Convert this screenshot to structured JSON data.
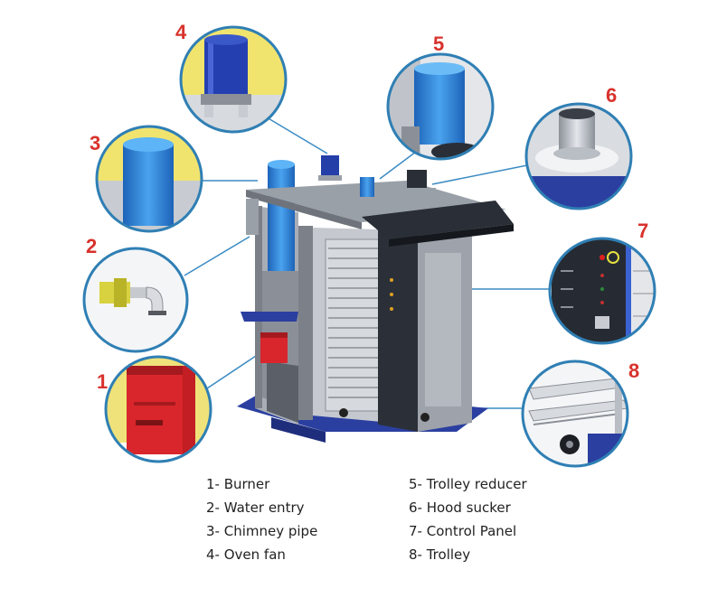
{
  "colors": {
    "callout_number": "#d8322c",
    "callout_ring": "#2f7fb4",
    "machine_frame": "#b9bdc4",
    "machine_panel": "#262b33",
    "machine_base": "#2b3fa0",
    "tank_blue": "#2f86d6",
    "burner_red": "#d9262c"
  },
  "callouts": [
    {
      "number": "1",
      "icon": "burner-box-icon"
    },
    {
      "number": "2",
      "icon": "water-valve-icon"
    },
    {
      "number": "3",
      "icon": "chimney-pipe-icon"
    },
    {
      "number": "4",
      "icon": "fan-motor-icon"
    },
    {
      "number": "5",
      "icon": "reducer-motor-icon"
    },
    {
      "number": "6",
      "icon": "hood-sucker-icon"
    },
    {
      "number": "7",
      "icon": "control-panel-icon"
    },
    {
      "number": "8",
      "icon": "trolley-icon"
    }
  ],
  "legend": {
    "left": [
      "1- Burner",
      "2- Water entry",
      "3- Chimney pipe",
      "4- Oven fan"
    ],
    "right": [
      "5- Trolley reducer",
      "6- Hood sucker",
      "7- Control Panel",
      "8- Trolley"
    ]
  }
}
